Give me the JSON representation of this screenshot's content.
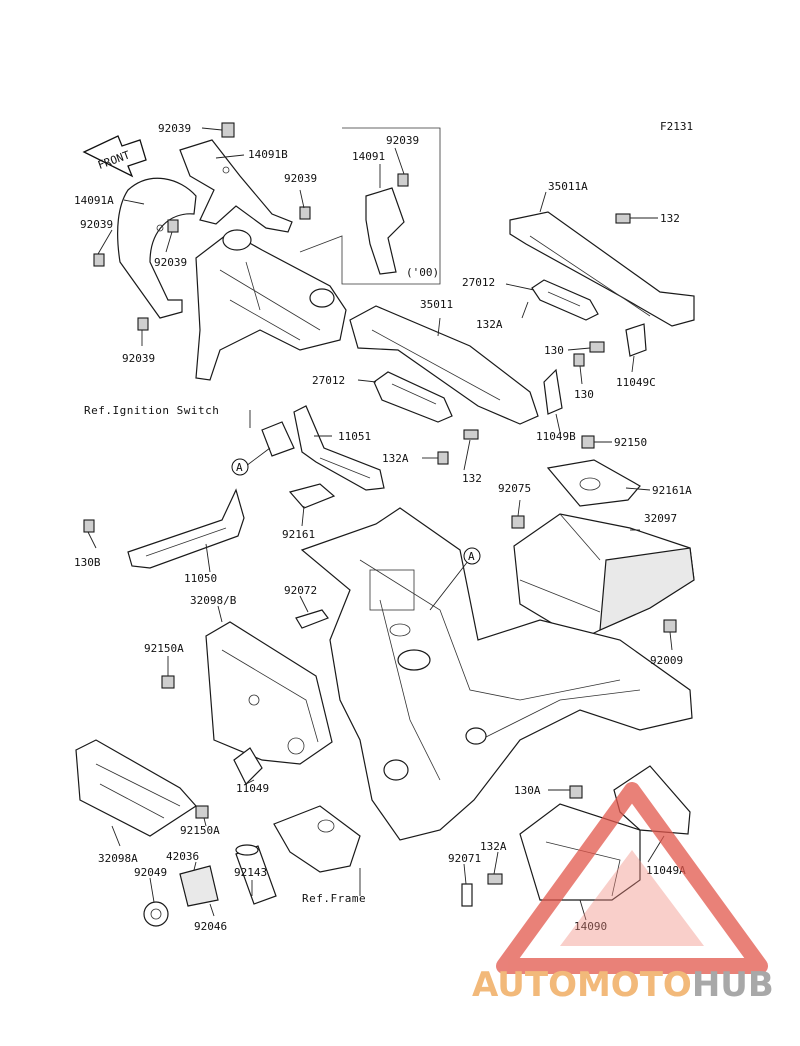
{
  "figure_code": "F2131",
  "front_tag": "FRONT",
  "parts": {
    "p92039_top": "92039",
    "p14091B": "14091B",
    "p14091A": "14091A",
    "p92039_a": "92039",
    "p92039_b": "92039",
    "p92039_c": "92039",
    "p92039_d": "92039",
    "p92039_box": "92039",
    "p14091": "14091",
    "note_year": "('00)",
    "p35011A": "35011A",
    "p132_top": "132",
    "p27012_top": "27012",
    "p132A_top": "132A",
    "p35011": "35011",
    "p130_a": "130",
    "p130_b": "130",
    "p11049C": "11049C",
    "p27012": "27012",
    "p11051": "11051",
    "p132A_mid": "132A",
    "p132_mid": "132",
    "p11049B": "11049B",
    "p92150": "92150",
    "p92075": "92075",
    "p92161A": "92161A",
    "p32097": "32097",
    "p92161": "92161",
    "p130B": "130B",
    "p11050": "11050",
    "p32098B": "32098/B",
    "p92072": "92072",
    "p92150A_top": "92150A",
    "p92009": "92009",
    "p11049": "11049",
    "p92150A_bot": "92150A",
    "p130A": "130A",
    "p32098A": "32098A",
    "p42036": "42036",
    "p92049": "92049",
    "p92143": "92143",
    "p92046": "92046",
    "p132A_bot": "132A",
    "p92071": "92071",
    "p11049A": "11049A",
    "p14090": "14090"
  },
  "refs": {
    "ignition": "Ref.Ignition Switch",
    "frame": "Ref.Frame"
  },
  "callouts": {
    "a_left": "A",
    "a_right": "A"
  },
  "watermark": {
    "part1": "AUTOMOTO",
    "part2": "HUB",
    "color_auto": "#f2b97a",
    "color_hub": "#a8a8a8",
    "color_triangle": "#e2574c"
  }
}
